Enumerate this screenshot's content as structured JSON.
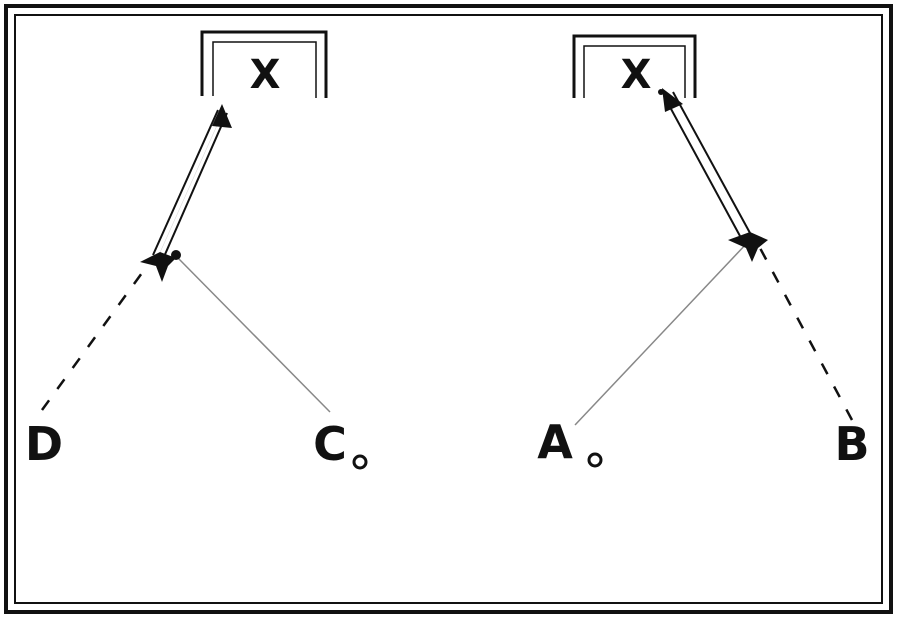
{
  "targets": [
    {
      "id": "left",
      "label": "X"
    },
    {
      "id": "right",
      "label": "X"
    }
  ],
  "points": [
    {
      "id": "D",
      "label": "D"
    },
    {
      "id": "C",
      "label": "C"
    },
    {
      "id": "A",
      "label": "A"
    },
    {
      "id": "B",
      "label": "B"
    }
  ],
  "colors": {
    "ink": "#111111",
    "background": "#ffffff",
    "pass_line": "#888888"
  }
}
